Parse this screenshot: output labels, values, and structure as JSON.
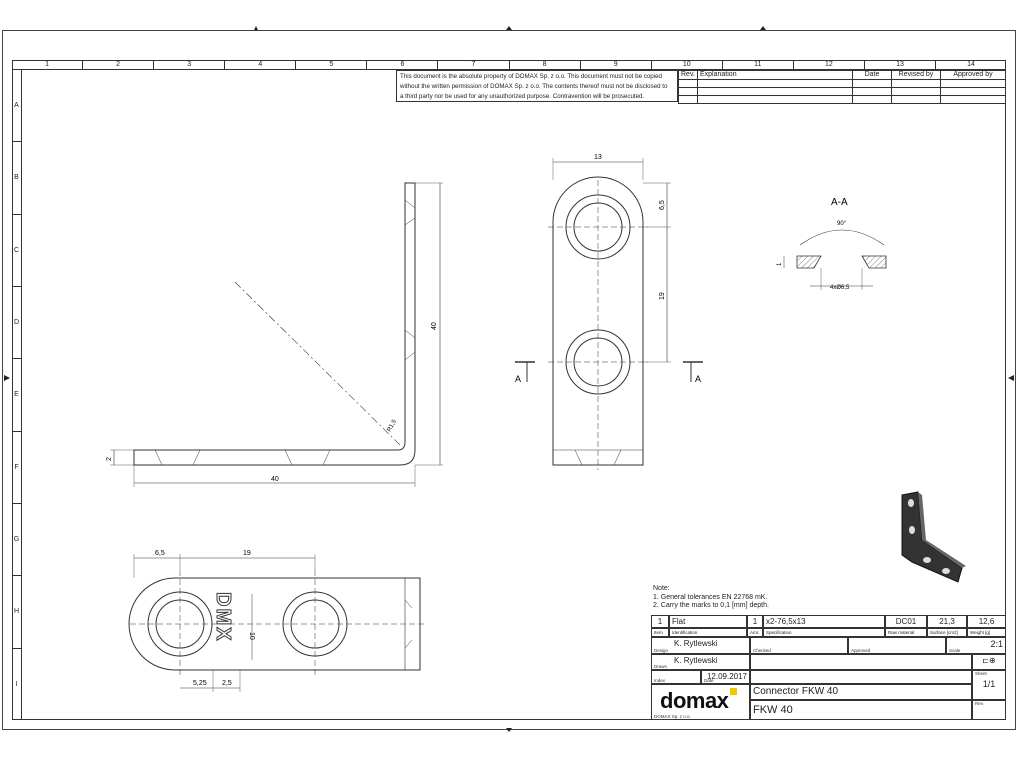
{
  "columns": [
    "1",
    "2",
    "3",
    "4",
    "5",
    "6",
    "7",
    "8",
    "9",
    "10",
    "11",
    "12",
    "13",
    "14"
  ],
  "rows": [
    "A",
    "B",
    "C",
    "D",
    "E",
    "F",
    "G",
    "H",
    "I"
  ],
  "notice": {
    "line1": "This document is the absolute property of DOMAX Sp. z o.o. This document must not be copied",
    "line2": "without the written permission of DOMAX Sp. z o.o. The contents thereof must not be disclosed to",
    "line3": "a third party nor be used for any unauthorized purpose. Contravention will be prosecuted."
  },
  "revisions": {
    "rev": "Rev.",
    "explanation": "Explanation",
    "date": "Date",
    "revised_by": "Revised by",
    "approved_by": "Approved by"
  },
  "dims": {
    "side_height": "40",
    "side_length": "40",
    "thickness": "2",
    "radius": "R1,5",
    "front_width": "13",
    "front_top": "6,5",
    "front_spacing": "19",
    "section_title": "A-A",
    "section_angle": "90°",
    "section_thk": "1",
    "section_hole": "4xØ6,5",
    "bot_left": "6,5",
    "bot_spacing": "19",
    "bot_height": "10",
    "bot_d1": "5,25",
    "bot_d2": "2,5",
    "section_a": "A",
    "embossed": "DMX"
  },
  "notes": {
    "title": "Note:",
    "n1": "1. General tolerances EN 22768 mK.",
    "n2": "2. Carry the marks to 0,1 [mm] depth."
  },
  "titleblock": {
    "item": "1",
    "ident": "Flat",
    "amt": "1",
    "spec": "x2-76,5x13",
    "raw": "DC01",
    "surface": "21,3",
    "weight": "12,6",
    "l_item": "Item",
    "l_ident": "Identification",
    "l_amt": "Amt.",
    "l_spec": "Specification",
    "l_raw": "Raw material",
    "l_surface": "Surface [cm2]",
    "l_weight": "Weight [g]",
    "designer": "K. Rytlewski",
    "l_design": "Design",
    "l_checked": "Checked",
    "l_approved": "Approved",
    "l_scale": "Scale",
    "scale": "2:1",
    "drawn": "K. Rytlewski",
    "l_drawn": "Drawn",
    "date": "12.09.2017",
    "l_date": "Date",
    "l_index": "Index",
    "l_sheet": "Sheet",
    "sheet": "1/1",
    "name": "Connector FKW 40",
    "code": "FKW 40",
    "l_rev": "Rev.",
    "company": "DOMAX Sp. z o.o.",
    "logo": "domax"
  }
}
